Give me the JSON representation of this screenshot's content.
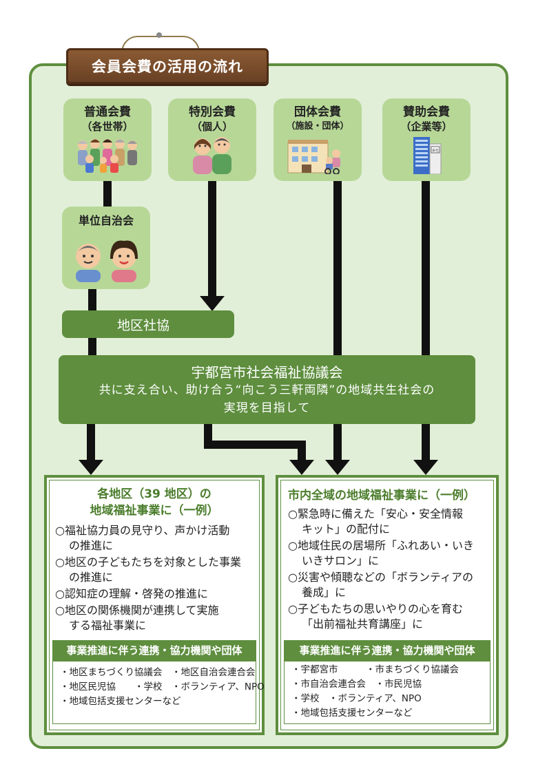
{
  "title": "会員会費の活用の流れ",
  "sources": [
    {
      "name": "普通会費",
      "sub": "（各世帯）",
      "icon": "family-icon"
    },
    {
      "name": "特別会費",
      "sub": "（個人）",
      "icon": "couple-icon"
    },
    {
      "name": "団体会費",
      "sub": "（施設・団体）",
      "icon": "facility-icon"
    },
    {
      "name": "賛助会費",
      "sub": "（企業等）",
      "icon": "office-building-icon"
    }
  ],
  "jichikai": {
    "name": "単位自治会",
    "icon": "residents-icon"
  },
  "chiku_shakyo": "地区社協",
  "city_council": {
    "name": "宇都宮市社会福祉協議会",
    "slogan_line1": "共に支え合い、助け合う“向こう三軒両隣”の地域共生社会の",
    "slogan_line2": "実現を目指して"
  },
  "left_panel": {
    "title_line1": "各地区（39 地区）の",
    "title_line2": "地域福祉事業に（一例）",
    "items": [
      {
        "first": "○福祉協力員の見守り、声かけ活動",
        "cont": "の推進に"
      },
      {
        "first": "○地区の子どもたちを対象とした事業",
        "cont": "の推進に"
      },
      {
        "first": "○認知症の理解・啓発の推進に",
        "cont": ""
      },
      {
        "first": "○地区の関係機関が連携して実施",
        "cont": "する福祉事業に"
      }
    ],
    "partners_heading": "事業推進に伴う連携・協力機関や団体",
    "partners": [
      "・地区まちづくり協議会　・地区自治会連合会",
      "・地区民児協　　・学校　・ボランティア、NPO",
      "・地域包括支援センターなど"
    ]
  },
  "right_panel": {
    "title": "市内全域の地域福祉事業に（一例）",
    "items": [
      {
        "first": "○緊急時に備えた「安心・安全情報",
        "cont": "キット」の配付に"
      },
      {
        "first": "○地域住民の居場所「ふれあい・いき",
        "cont": "いきサロン」に"
      },
      {
        "first": "○災害や傾聴などの「ボランティアの",
        "cont": "養成」に"
      },
      {
        "first": "○子どもたちの思いやりの心を育む",
        "cont": "「出前福祉共育講座」に"
      }
    ],
    "partners_heading": "事業推進に伴う連携・協力機関や団体",
    "partners": [
      "・宇都宮市　　　・市まちづくり協議会",
      "・市自治会連合会　・市民児協",
      "・学校　・ボランティア、NPO",
      "・地域包括支援センターなど"
    ]
  },
  "colors": {
    "frame": "#5e8e3e",
    "card": "#b7d797",
    "background": "#e2efd8",
    "title_board": "#7a4b2a"
  }
}
